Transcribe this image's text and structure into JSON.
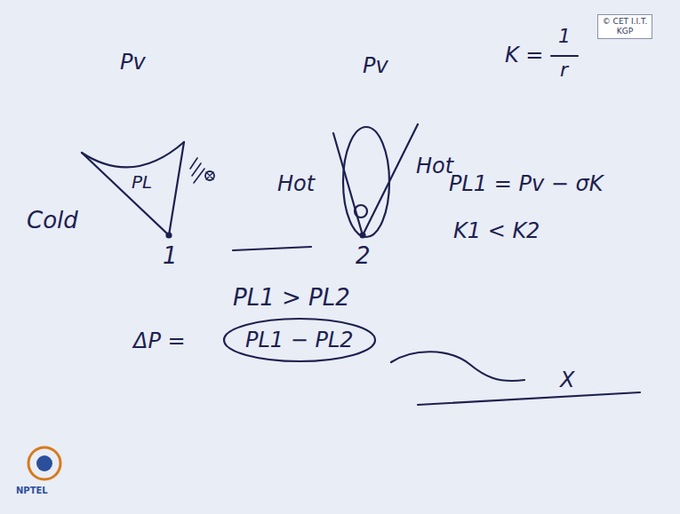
{
  "diagram": {
    "nodes": [
      {
        "text": [
          "PL1 − PL2"
        ]
      }
    ],
    "labels": [
      "© CET I.I.T. KGP",
      "Pv",
      "PL",
      "Cold",
      "1",
      "Pv",
      "Hot",
      "Hot",
      "2",
      "K =",
      "1",
      "r",
      "PL1 = Pv − σK",
      "K1 < K2",
      "PL1 > PL2",
      "ΔP =",
      "X",
      "NPTEL"
    ]
  }
}
